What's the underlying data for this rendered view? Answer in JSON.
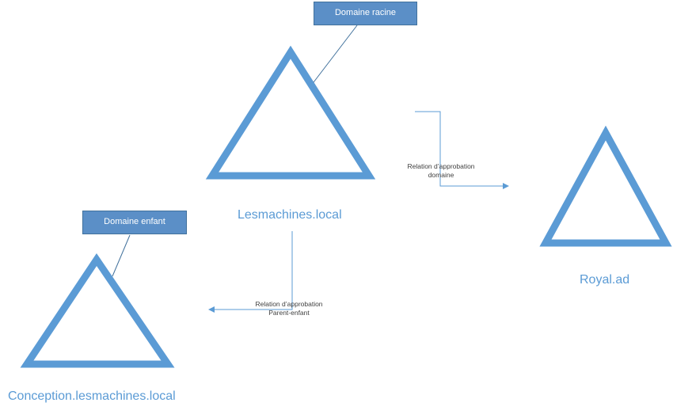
{
  "callouts": {
    "root": "Domaine racine",
    "child": "Domaine enfant"
  },
  "domains": {
    "root": "Lesmachines.local",
    "external": "Royal.ad",
    "child": "Conception.lesmachines.local"
  },
  "relations": {
    "domain_trust": {
      "line1": "Relation d’approbation",
      "line2": "domaine"
    },
    "parent_child_trust": {
      "line1": "Relation d’approbation",
      "line2": "Parent-enfant"
    }
  },
  "colors": {
    "triangle": "#5b9bd5",
    "callout_fill": "#5b8fc7",
    "connector": "#5b9bd5"
  }
}
